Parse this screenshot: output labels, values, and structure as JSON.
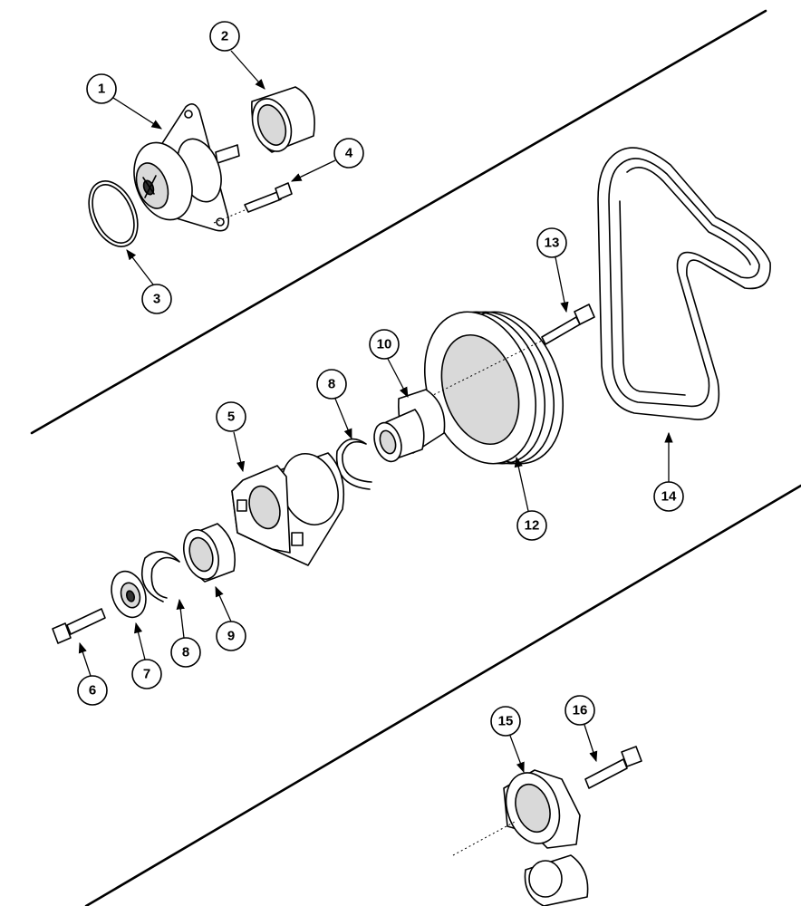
{
  "callouts": [
    {
      "id": "c1",
      "label": "1"
    },
    {
      "id": "c2",
      "label": "2"
    },
    {
      "id": "c3",
      "label": "3"
    },
    {
      "id": "c4",
      "label": "4"
    },
    {
      "id": "c5",
      "label": "5"
    },
    {
      "id": "c6",
      "label": "6"
    },
    {
      "id": "c7",
      "label": "7"
    },
    {
      "id": "c8a",
      "label": "8"
    },
    {
      "id": "c8b",
      "label": "8"
    },
    {
      "id": "c9",
      "label": "9"
    },
    {
      "id": "c10",
      "label": "10"
    },
    {
      "id": "c12",
      "label": "12"
    },
    {
      "id": "c13",
      "label": "13"
    },
    {
      "id": "c14",
      "label": "14"
    },
    {
      "id": "c15",
      "label": "15"
    },
    {
      "id": "c16",
      "label": "16"
    }
  ]
}
